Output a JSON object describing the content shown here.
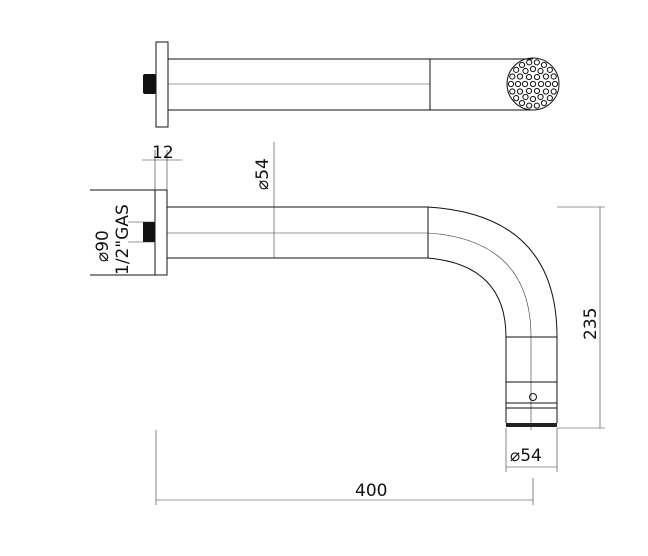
{
  "dimensions": {
    "flange_thickness": "12",
    "pipe_diameter": "⌀54",
    "flange_diameter": "⌀90",
    "thread": "1/2\"GAS",
    "drop_height": "235",
    "head_diameter": "⌀54",
    "projection": "400"
  },
  "colors": {
    "line": "#111111",
    "background": "#ffffff"
  }
}
